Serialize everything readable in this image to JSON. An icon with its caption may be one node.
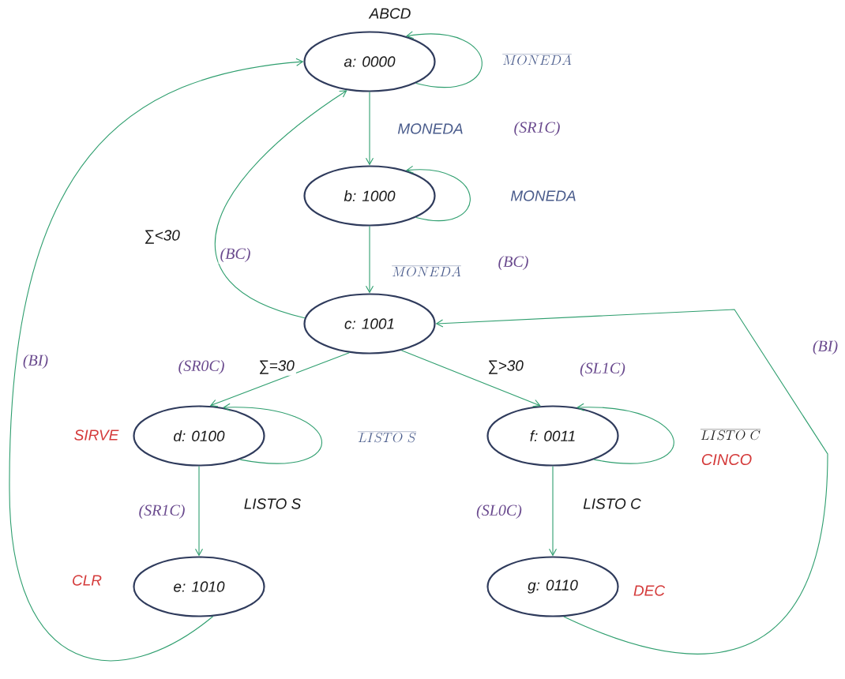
{
  "diagram": {
    "nodes": [
      {
        "text": [
          "a: 0000"
        ],
        "beside": [
          "ABCD"
        ]
      },
      {
        "text": [
          "b: 1000"
        ]
      },
      {
        "text": [
          "c: 1001"
        ]
      },
      {
        "text": [
          "d: 0100"
        ],
        "beside": [
          "SIRVE"
        ]
      },
      {
        "text": [
          "f: 0011"
        ]
      },
      {
        "text": [
          "e: 1010"
        ],
        "beside": [
          "CLR"
        ]
      },
      {
        "text": [
          "g: 0110"
        ],
        "beside": [
          "DEC"
        ]
      }
    ],
    "edges": [
      {
        "from": 0,
        "to": 0,
        "arrow": "to",
        "label": "\\overline{MONEDA}"
      },
      {
        "from": 0,
        "to": 1,
        "arrow": "to",
        "label": "MONEDA"
      },
      {
        "from": 1,
        "to": 1,
        "arrow": "to",
        "label": "MONEDA"
      },
      {
        "from": 1,
        "to": 2,
        "arrow": "to",
        "label": "\\overline{MONEDA}"
      },
      {
        "from": 2,
        "to": 0,
        "arrow": "to",
        "label": "∑<30"
      },
      {
        "from": 2,
        "to": 3,
        "arrow": "to",
        "label": "∑=30"
      },
      {
        "from": 2,
        "to": 4,
        "arrow": "to",
        "label": "∑>30"
      },
      {
        "from": 3,
        "to": 3,
        "arrow": "to",
        "label": "\\overline{LISTO\\ S}"
      },
      {
        "from": 3,
        "to": 5,
        "arrow": "to",
        "label": "LISTO S"
      },
      {
        "from": 4,
        "to": 4,
        "arrow": "to",
        "label": "\\overline{LISTO\\ C}"
      },
      {
        "from": 4,
        "to": 6,
        "arrow": "to",
        "label": "LISTO C"
      },
      {
        "from": 5,
        "to": 0,
        "arrow": "to"
      },
      {
        "from": 6,
        "to": 2,
        "arrow": "to"
      }
    ],
    "labels": [
      "(SR1C)",
      "(BC)",
      "(BC)",
      "(BI)",
      "(BI)",
      "(SR0C)",
      "(SL1C)",
      "(SR1C)",
      "(SL0C)",
      "CINCO"
    ]
  }
}
